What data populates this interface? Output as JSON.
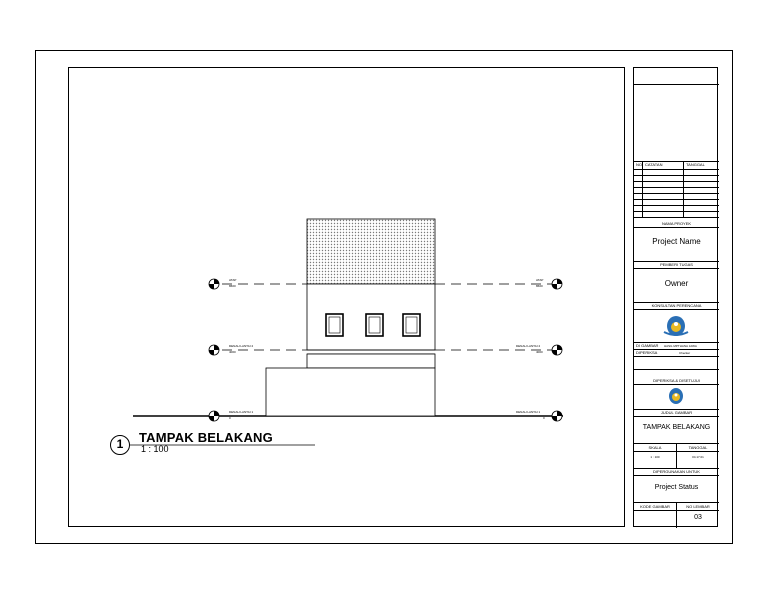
{
  "view": {
    "number": "1",
    "title": "TAMPAK BELAKANG",
    "scale": "1 : 100"
  },
  "levels": [
    {
      "name": "ATAP",
      "elevation": "8600"
    },
    {
      "name": "DENAH LANTAI 2",
      "elevation": "4000"
    },
    {
      "name": "DENAH LANTAI 1",
      "elevation": "0"
    }
  ],
  "title_block": {
    "revision_headers": {
      "no": "NO",
      "catatan": "CATATAN",
      "tanggal": "TANGGAL"
    },
    "nama_proyek_label": "NAMA PROYEK",
    "project_name": "Project Name",
    "pemberi_tugas_label": "PEMBERI TUGAS",
    "owner": "Owner",
    "konsultan_label": "KONSULTAN PERENCANA",
    "digambar_label": "DI GAMBAR",
    "digambar_value": "HASIL MPTHANA JAWA",
    "diperiksa_label": "DIPERIKSA",
    "diperiksa_value": "Checker",
    "diperiksa_disetujui_label": "DIPERIKSA & DISETUJUI",
    "judul_gambar_label": "JUDUL GAMBAR",
    "judul_gambar": "TAMPAK BELAKANG",
    "skala_label": "SKALA",
    "tanggal_label": "TANGGAL",
    "skala_value": "1 : 100",
    "tanggal_value": "04.17.01",
    "dipergunakan_label": "DIPERGUNAKAN UNTUK",
    "project_status": "Project Status",
    "kode_gambar_label": "KODE GAMBAR",
    "no_lembar_label": "NO LEMBAR",
    "no_lembar_value": "03"
  },
  "colors": {
    "line": "#000000",
    "roof_hatch": "#7a7a7a",
    "logo_blue": "#2a6fb5",
    "logo_yellow": "#e8b923"
  }
}
